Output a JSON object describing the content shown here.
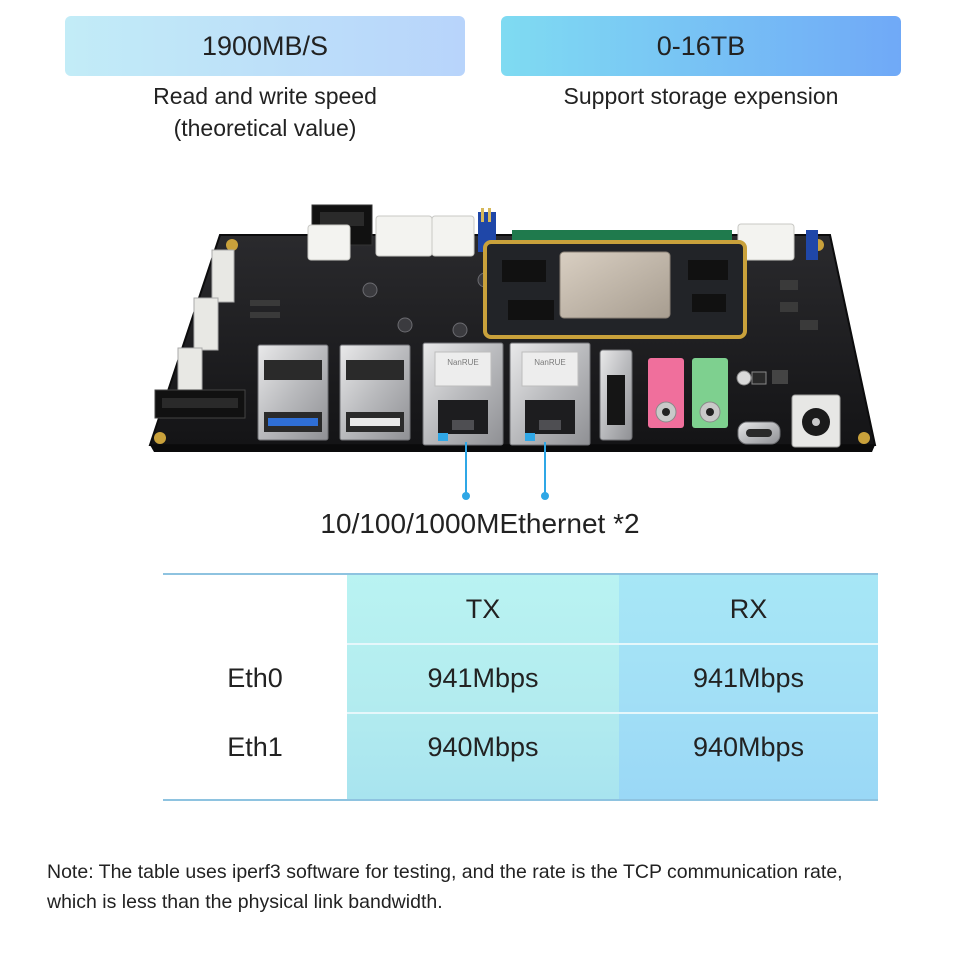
{
  "features": [
    {
      "value": "1900MB/S",
      "caption_line1": "Read and write speed",
      "caption_line2": "(theoretical value)",
      "color_start": "#c2ecf7",
      "color_end": "#b8d4fb"
    },
    {
      "value": "0-16TB",
      "caption_line1": "Support storage expension",
      "color_start": "#7fdbf2",
      "color_end": "#70a9f7"
    }
  ],
  "board": {
    "chip_labels": [
      "NanRUE",
      "NanRUE"
    ],
    "pcb_color": "#1c1c1e",
    "som_color": "#222428",
    "gold_edge_color": "#c9a13b",
    "audio_jack_colors": [
      "#f06f9c",
      "#7ed08f"
    ]
  },
  "ethernet_label": "10/100/1000MEthernet *2",
  "accent_color": "#2fa7e6",
  "table": {
    "headers": [
      "",
      "TX",
      "RX"
    ],
    "rows": [
      {
        "name": "Eth0",
        "tx": "941Mbps",
        "rx": "941Mbps"
      },
      {
        "name": "Eth1",
        "tx": "940Mbps",
        "rx": "940Mbps"
      }
    ]
  },
  "note": {
    "line1": "Note: The table uses iperf3 software for testing, and the rate is the TCP communication rate,",
    "line2": "which is less than the physical link bandwidth."
  }
}
